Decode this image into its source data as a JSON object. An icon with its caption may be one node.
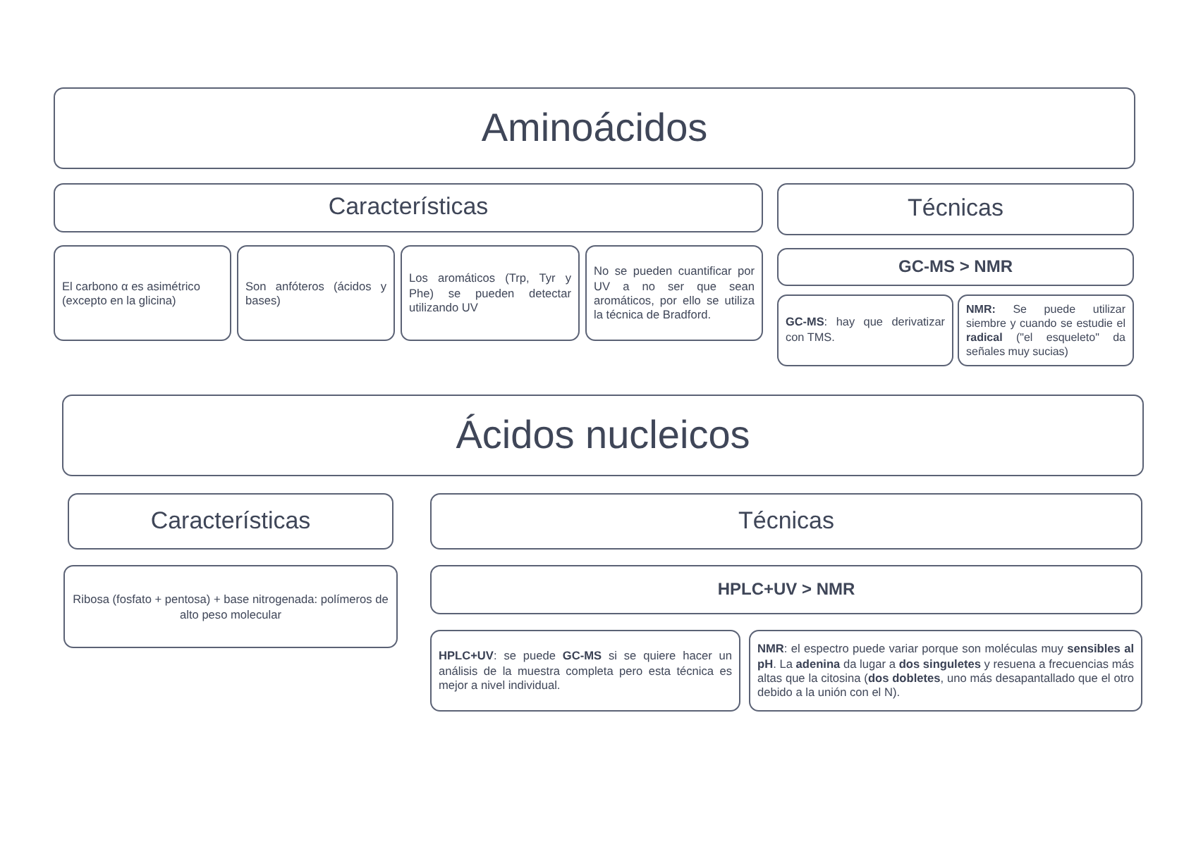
{
  "diagram": {
    "nodes": [
      {
        "text": [
          "Aminoácidos"
        ]
      },
      {
        "text": [
          "Características"
        ]
      },
      {
        "text": [
          "Técnicas"
        ]
      },
      {
        "text": [
          "El carbono α es asimétrico (excepto en la glicina)"
        ]
      },
      {
        "text": [
          "Son anfóteros (ácidos y bases)"
        ]
      },
      {
        "text": [
          "Los aromáticos (Trp, Tyr y Phe) se pueden detectar utilizando UV"
        ]
      },
      {
        "text": [
          "No se pueden cuantificar por UV a no ser que sean aromáticos, por ello se utiliza la técnica de Bradford."
        ]
      },
      {
        "text": [
          "GC-MS > NMR"
        ]
      },
      {
        "text": [
          "**GC-MS**: hay que derivatizar con TMS."
        ]
      },
      {
        "text": [
          "**NMR:** Se puede utilizar siembre y cuando se estudie el **radical** (\"el esqueleto\" da señales muy sucias)"
        ]
      },
      {
        "text": [
          "Ácidos nucleicos"
        ]
      },
      {
        "text": [
          "Características"
        ]
      },
      {
        "text": [
          "Técnicas"
        ]
      },
      {
        "text": [
          "Ribosa (fosfato + pentosa) + base nitrogenada: polímeros de alto peso molecular"
        ]
      },
      {
        "text": [
          "HPLC+UV > NMR"
        ]
      },
      {
        "text": [
          "**HPLC+UV**: se puede **GC-MS** si se quiere hacer un análisis de la muestra completa pero esta técnica es mejor a nivel individual."
        ]
      },
      {
        "text": [
          "**NMR**: el espectro puede variar porque son moléculas muy **sensibles al pH**. La **adenina** da lugar a **dos singuletes** y resuena a frecuencias más altas que la citosina (**dos dobletes**, uno más desapantallado que el otro debido a la unión con el N)."
        ]
      }
    ]
  }
}
